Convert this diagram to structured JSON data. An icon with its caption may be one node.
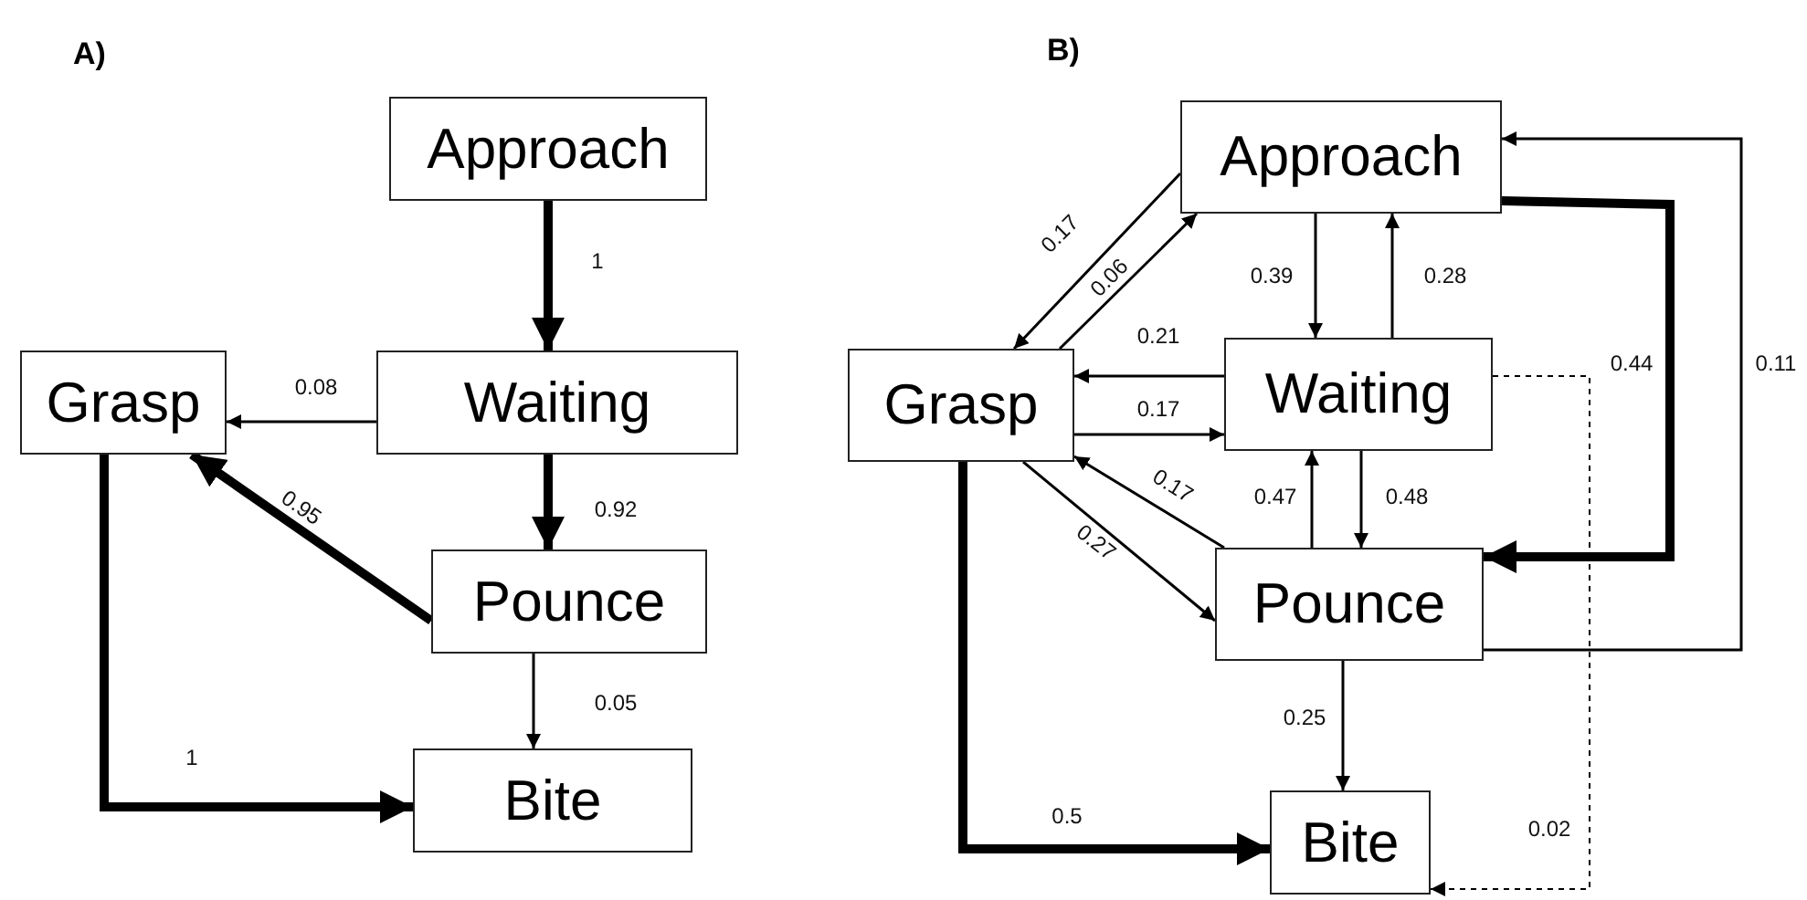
{
  "diagram": {
    "nodes": [
      {
        "text": [
          "Approach"
        ]
      },
      {
        "text": [
          "Waiting"
        ]
      },
      {
        "text": [
          "Grasp"
        ]
      },
      {
        "text": [
          "Pounce"
        ]
      },
      {
        "text": [
          "Bite"
        ]
      },
      {
        "text": [
          "Approach"
        ]
      },
      {
        "text": [
          "Grasp"
        ]
      },
      {
        "text": [
          "Waiting"
        ]
      },
      {
        "text": [
          "Pounce"
        ]
      },
      {
        "text": [
          "Bite"
        ]
      }
    ],
    "edges": [
      {
        "from": 0,
        "to": 1,
        "arrow": "to",
        "label": "1",
        "style": "thick"
      },
      {
        "from": 1,
        "to": 2,
        "arrow": "to",
        "label": "0.08"
      },
      {
        "from": 1,
        "to": 3,
        "arrow": "to",
        "label": "0.92",
        "style": "thick"
      },
      {
        "from": 3,
        "to": 2,
        "arrow": "to",
        "label": "0.95",
        "style": "thick"
      },
      {
        "from": 3,
        "to": 4,
        "arrow": "to",
        "label": "0.05"
      },
      {
        "from": 2,
        "to": 4,
        "arrow": "to",
        "label": "1",
        "style": "thick"
      },
      {
        "from": 5,
        "to": 6,
        "arrow": "to",
        "label": "0.17"
      },
      {
        "from": 6,
        "to": 5,
        "arrow": "to",
        "label": "0.06"
      },
      {
        "from": 5,
        "to": 7,
        "arrow": "to",
        "label": "0.39"
      },
      {
        "from": 7,
        "to": 5,
        "arrow": "to",
        "label": "0.28"
      },
      {
        "from": 7,
        "to": 6,
        "arrow": "to",
        "label": "0.21"
      },
      {
        "from": 6,
        "to": 7,
        "arrow": "to",
        "label": "0.17"
      },
      {
        "from": 8,
        "to": 6,
        "arrow": "to",
        "label": "0.17"
      },
      {
        "from": 6,
        "to": 8,
        "arrow": "to",
        "label": "0.27"
      },
      {
        "from": 8,
        "to": 7,
        "arrow": "to",
        "label": "0.47"
      },
      {
        "from": 7,
        "to": 8,
        "arrow": "to",
        "label": "0.48"
      },
      {
        "from": 5,
        "to": 8,
        "arrow": "to",
        "label": "0.44",
        "style": "thick"
      },
      {
        "from": 8,
        "to": 5,
        "arrow": "to",
        "label": "0.11"
      },
      {
        "from": 7,
        "to": 9,
        "arrow": "to",
        "label": "0.02",
        "style": "dashed"
      },
      {
        "from": 8,
        "to": 9,
        "arrow": "to",
        "label": "0.25"
      },
      {
        "from": 6,
        "to": 9,
        "arrow": "to",
        "label": "0.5",
        "style": "thick"
      }
    ],
    "labels": [
      "A)",
      "B)"
    ]
  }
}
